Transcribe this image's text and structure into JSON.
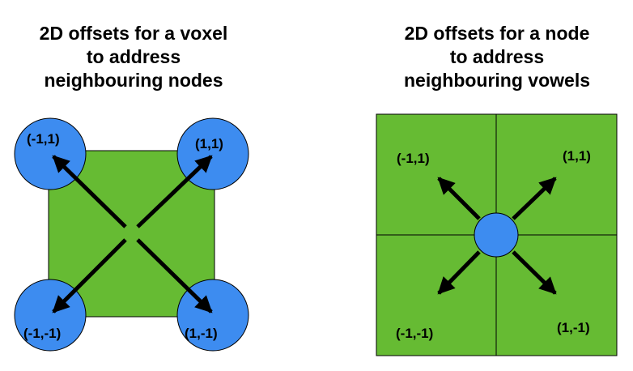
{
  "left_panel": {
    "title_lines": [
      "2D offsets for a voxel",
      "to address",
      "neighbouring nodes"
    ],
    "labels": {
      "top_left": "(-1,1)",
      "top_right": "(1,1)",
      "bottom_left": "(-1,-1)",
      "bottom_right": "(1,-1)"
    }
  },
  "right_panel": {
    "title_lines": [
      "2D offsets for a node",
      "to address",
      "neighbouring vowels"
    ],
    "labels": {
      "top_left": "(-1,1)",
      "top_right": "(1,1)",
      "bottom_left": "(-1,-1)",
      "bottom_right": "(1,-1)"
    }
  },
  "colors": {
    "cell_fill": "#66BB33",
    "node_fill": "#3D8CF0",
    "stroke": "#000000"
  }
}
